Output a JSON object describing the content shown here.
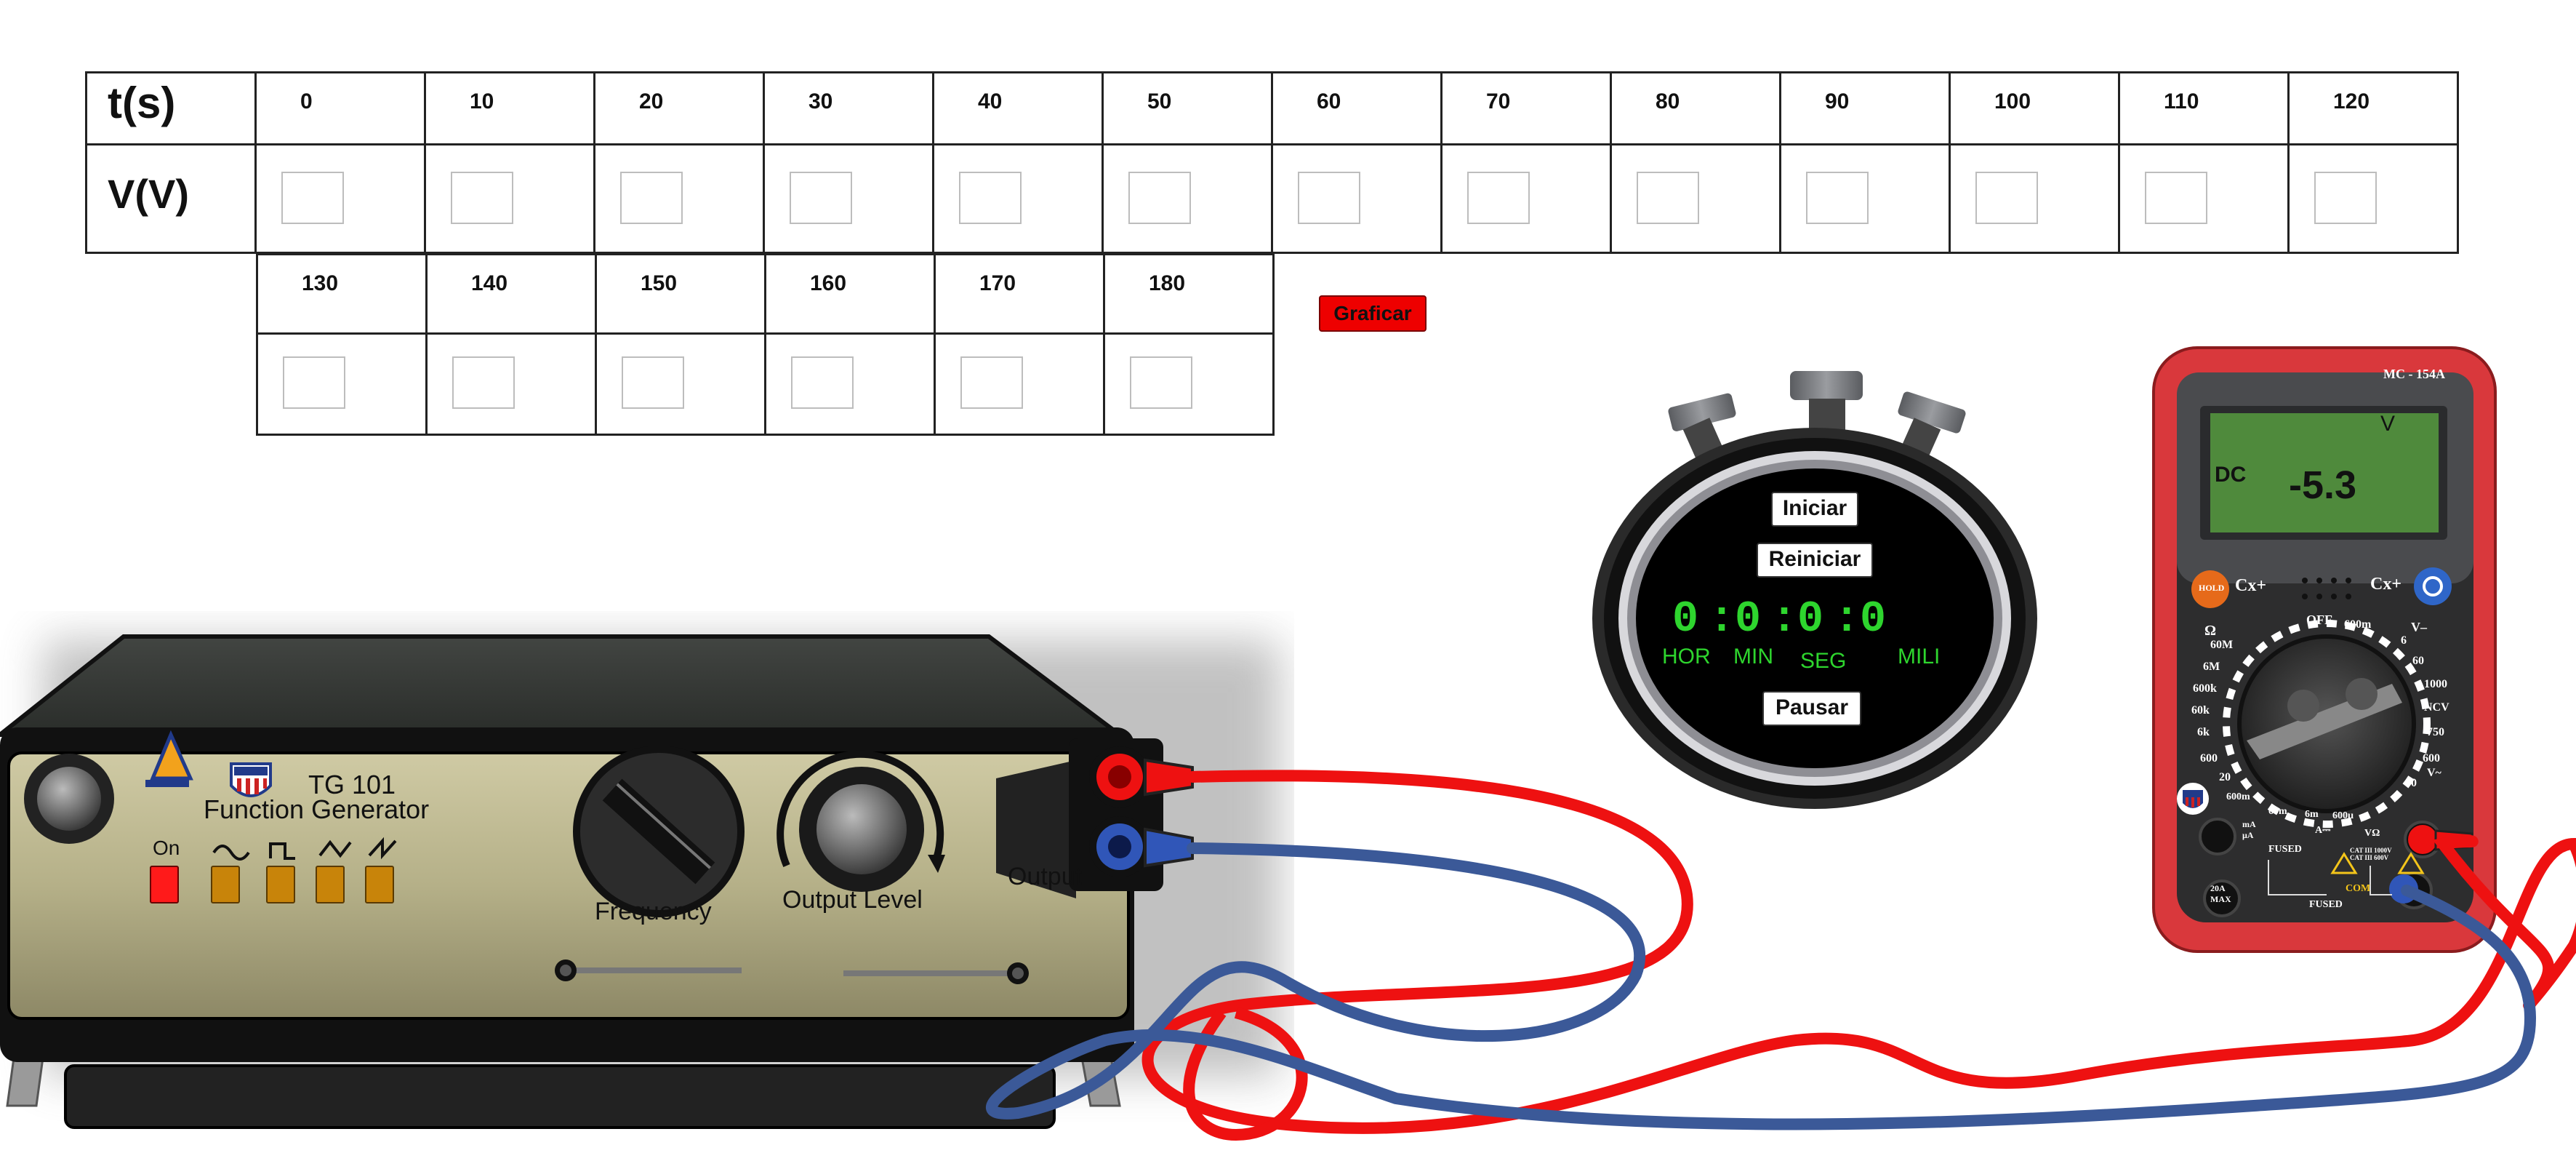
{
  "table": {
    "time_label": "t(s)",
    "voltage_label": "V(V)",
    "row1_times": [
      "0",
      "10",
      "20",
      "30",
      "40",
      "50",
      "60",
      "70",
      "80",
      "90",
      "100",
      "110",
      "120"
    ],
    "row2_times": [
      "130",
      "140",
      "150",
      "160",
      "170",
      "180"
    ],
    "graph_button": "Graficar"
  },
  "stopwatch": {
    "start_button": "Iniciar",
    "reset_button": "Reiniciar",
    "pause_button": "Pausar",
    "hours": "0",
    "minutes": "0",
    "seconds": "0",
    "millis": "0",
    "separator": ":",
    "unit_hours": "HOR",
    "unit_minutes": "MIN",
    "unit_seconds": "SEG",
    "unit_millis": "MILI"
  },
  "function_generator": {
    "model": "TG 101",
    "name": "Function Generator",
    "on_label": "On",
    "frequency_label": "Frequency",
    "output_level_label": "Output Level",
    "output_label": "Output"
  },
  "multimeter": {
    "model": "MC - 154A",
    "mode": "DC",
    "unit": "V",
    "reading": "-5.3",
    "hold_label": "HOLD",
    "cx_left": "Cx+",
    "cx_right": "Cx+",
    "dial_off": "OFF",
    "dial_labels_left": [
      "Ω",
      "60M",
      "6M",
      "600k",
      "60k",
      "6k",
      "600",
      "20",
      "600m"
    ],
    "dial_labels_right": [
      "600m",
      "V–",
      "60",
      "1000",
      "NCV",
      "750",
      "600",
      "V~",
      "60",
      "6"
    ],
    "dial_labels_bottom": [
      "60m",
      "6m",
      "600μ",
      "A⎓",
      "VΩ"
    ],
    "terminal_ma": "mA\nμA",
    "terminal_20a": "20A\nMAX",
    "fused": "FUSED",
    "com": "COM",
    "cat": "CAT III 1000V\nCAT III 600V"
  },
  "colors": {
    "red_lead": "#ee1111",
    "blue_lead": "#3b5998",
    "lcd": "#4f8a3c",
    "meter_body": "#d9383c",
    "panel": "#bdb892"
  }
}
